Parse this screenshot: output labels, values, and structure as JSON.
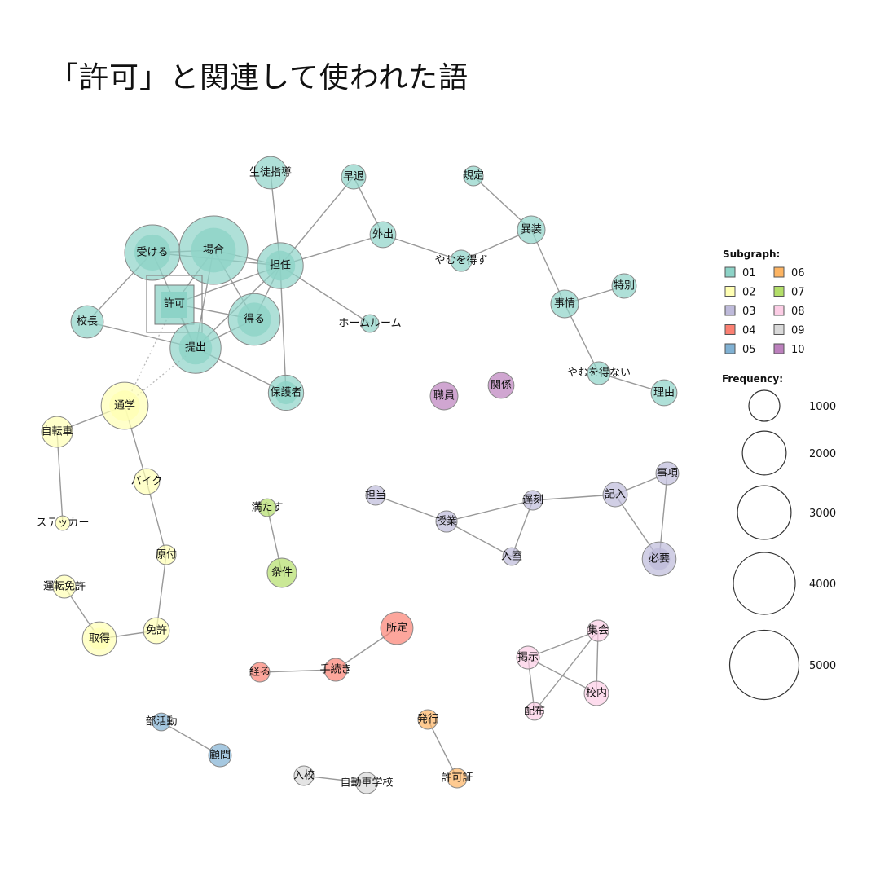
{
  "title": "「許可」と関連して使われた語",
  "chart_data": {
    "type": "network",
    "title": "「許可」と関連して使われた語",
    "legend": {
      "subgraph_title": "Subgraph:",
      "groups": [
        {
          "id": "01",
          "color": "#8dd3c7"
        },
        {
          "id": "02",
          "color": "#ffffb3"
        },
        {
          "id": "03",
          "color": "#bebada"
        },
        {
          "id": "04",
          "color": "#fb8072"
        },
        {
          "id": "05",
          "color": "#80b1d3"
        },
        {
          "id": "06",
          "color": "#fdb462"
        },
        {
          "id": "07",
          "color": "#b3de69"
        },
        {
          "id": "08",
          "color": "#fccde5"
        },
        {
          "id": "09",
          "color": "#d9d9d9"
        },
        {
          "id": "10",
          "color": "#bc80bd"
        }
      ],
      "frequency_title": "Frequency:",
      "frequency_levels": [
        "1000",
        "2000",
        "3000",
        "4000",
        "5000"
      ]
    },
    "center_word": "許可",
    "nodes": [
      {
        "label": "生徒指導",
        "group": "01",
        "freq": 1100
      },
      {
        "label": "早退",
        "group": "01",
        "freq": 620
      },
      {
        "label": "規定",
        "group": "01",
        "freq": 400
      },
      {
        "label": "外出",
        "group": "01",
        "freq": 700
      },
      {
        "label": "異装",
        "group": "01",
        "freq": 800
      },
      {
        "label": "受ける",
        "group": "01",
        "freq": 3200
      },
      {
        "label": "場合",
        "group": "01",
        "freq": 4900
      },
      {
        "label": "担任",
        "group": "01",
        "freq": 2200
      },
      {
        "label": "やむを得ず",
        "group": "01",
        "freq": 470
      },
      {
        "label": "特別",
        "group": "01",
        "freq": 620
      },
      {
        "label": "許可",
        "group": "01",
        "freq": 2000
      },
      {
        "label": "得る",
        "group": "01",
        "freq": 2800
      },
      {
        "label": "事情",
        "group": "01",
        "freq": 800
      },
      {
        "label": "校長",
        "group": "01",
        "freq": 1100
      },
      {
        "label": "ホームルーム",
        "group": "01",
        "freq": 330
      },
      {
        "label": "提出",
        "group": "01",
        "freq": 2700
      },
      {
        "label": "やむを得ない",
        "group": "01",
        "freq": 540
      },
      {
        "label": "理由",
        "group": "01",
        "freq": 700
      },
      {
        "label": "保護者",
        "group": "01",
        "freq": 1300
      },
      {
        "label": "通学",
        "group": "02",
        "freq": 2300
      },
      {
        "label": "自転車",
        "group": "02",
        "freq": 1000
      },
      {
        "label": "バイク",
        "group": "02",
        "freq": 700
      },
      {
        "label": "ステッカー",
        "group": "02",
        "freq": 220
      },
      {
        "label": "原付",
        "group": "02",
        "freq": 400
      },
      {
        "label": "運転免許",
        "group": "02",
        "freq": 540
      },
      {
        "label": "免許",
        "group": "02",
        "freq": 700
      },
      {
        "label": "取得",
        "group": "02",
        "freq": 1200
      },
      {
        "label": "担当",
        "group": "03",
        "freq": 400
      },
      {
        "label": "授業",
        "group": "03",
        "freq": 470
      },
      {
        "label": "遅刻",
        "group": "03",
        "freq": 400
      },
      {
        "label": "記入",
        "group": "03",
        "freq": 620
      },
      {
        "label": "事項",
        "group": "03",
        "freq": 540
      },
      {
        "label": "入室",
        "group": "03",
        "freq": 330
      },
      {
        "label": "必要",
        "group": "03",
        "freq": 1200
      },
      {
        "label": "所定",
        "group": "04",
        "freq": 1100
      },
      {
        "label": "経る",
        "group": "04",
        "freq": 400
      },
      {
        "label": "手続き",
        "group": "04",
        "freq": 540
      },
      {
        "label": "部活動",
        "group": "05",
        "freq": 330
      },
      {
        "label": "顧問",
        "group": "05",
        "freq": 540
      },
      {
        "label": "発行",
        "group": "06",
        "freq": 400
      },
      {
        "label": "許可証",
        "group": "06",
        "freq": 400
      },
      {
        "label": "満たす",
        "group": "07",
        "freq": 330
      },
      {
        "label": "条件",
        "group": "07",
        "freq": 900
      },
      {
        "label": "集会",
        "group": "08",
        "freq": 470
      },
      {
        "label": "掲示",
        "group": "08",
        "freq": 540
      },
      {
        "label": "校内",
        "group": "08",
        "freq": 620
      },
      {
        "label": "配布",
        "group": "08",
        "freq": 330
      },
      {
        "label": "入校",
        "group": "09",
        "freq": 400
      },
      {
        "label": "自動車学校",
        "group": "09",
        "freq": 470
      },
      {
        "label": "職員",
        "group": "10",
        "freq": 800
      },
      {
        "label": "関係",
        "group": "10",
        "freq": 700
      }
    ],
    "edges": [
      [
        "受ける",
        "場合"
      ],
      [
        "受ける",
        "担任"
      ],
      [
        "受ける",
        "校長"
      ],
      [
        "受ける",
        "提出"
      ],
      [
        "場合",
        "担任"
      ],
      [
        "場合",
        "得る"
      ],
      [
        "場合",
        "提出"
      ],
      [
        "場合",
        "許可"
      ],
      [
        "担任",
        "生徒指導"
      ],
      [
        "担任",
        "早退"
      ],
      [
        "担任",
        "外出"
      ],
      [
        "担任",
        "ホームルーム"
      ],
      [
        "担任",
        "保護者"
      ],
      [
        "担任",
        "得る"
      ],
      [
        "担任",
        "提出"
      ],
      [
        "担任",
        "許可"
      ],
      [
        "許可",
        "得る"
      ],
      [
        "許可",
        "提出"
      ],
      [
        "校長",
        "提出"
      ],
      [
        "提出",
        "保護者"
      ],
      [
        "提出",
        "得る"
      ],
      [
        "早退",
        "外出"
      ],
      [
        "外出",
        "やむを得ず"
      ],
      [
        "やむを得ず",
        "異装"
      ],
      [
        "規定",
        "異装"
      ],
      [
        "異装",
        "事情"
      ],
      [
        "事情",
        "特別"
      ],
      [
        "事情",
        "やむを得ない"
      ],
      [
        "やむを得ない",
        "理由"
      ],
      [
        "通学",
        "自転車"
      ],
      [
        "通学",
        "バイク"
      ],
      [
        "自転車",
        "ステッカー"
      ],
      [
        "バイク",
        "原付"
      ],
      [
        "原付",
        "免許"
      ],
      [
        "免許",
        "取得"
      ],
      [
        "取得",
        "運転免許"
      ],
      [
        "満たす",
        "条件"
      ],
      [
        "担当",
        "授業"
      ],
      [
        "授業",
        "遅刻"
      ],
      [
        "授業",
        "入室"
      ],
      [
        "遅刻",
        "入室"
      ],
      [
        "遅刻",
        "記入"
      ],
      [
        "記入",
        "事項"
      ],
      [
        "記入",
        "必要"
      ],
      [
        "事項",
        "必要"
      ],
      [
        "集会",
        "掲示"
      ],
      [
        "集会",
        "配布"
      ],
      [
        "集会",
        "校内"
      ],
      [
        "掲示",
        "校内"
      ],
      [
        "掲示",
        "配布"
      ],
      [
        "所定",
        "手続き"
      ],
      [
        "手続き",
        "経る"
      ],
      [
        "部活動",
        "顧問"
      ],
      [
        "入校",
        "自動車学校"
      ],
      [
        "発行",
        "許可証"
      ]
    ],
    "dotted_edges": [
      [
        "通学",
        "許可"
      ],
      [
        "通学",
        "提出"
      ]
    ]
  }
}
